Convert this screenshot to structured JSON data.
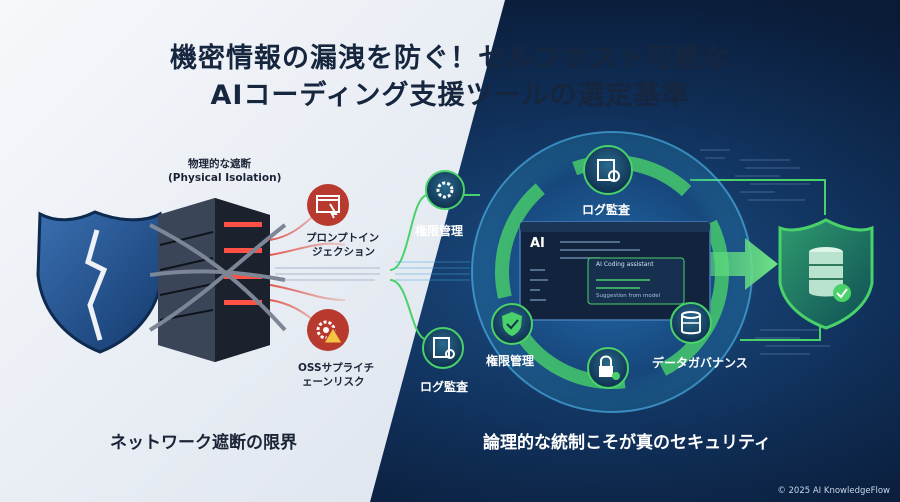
{
  "title": {
    "line1": "機密情報の漏洩を防ぐ！セルフホスト可能な",
    "line2": "AIコーディング支援ツールの選定基準"
  },
  "left": {
    "isolation_label_line1": "物理的な遮断",
    "isolation_label_line2": "(Physical Isolation)",
    "threat1_line1": "プロンプトイン",
    "threat1_line2": "ジェクション",
    "threat2_line1": "OSSサプライチ",
    "threat2_line2": "ェーンリスク",
    "caption": "ネットワーク遮断の限界"
  },
  "right": {
    "node_top_left": "権限管理",
    "node_top": "ログ監査",
    "node_mid": "権限管理",
    "node_bottom_left": "ログ監査",
    "node_right": "データガバナンス",
    "window_title": "AI",
    "popup_label": "AI Coding assistant",
    "popup_suggestion": "Suggestion from model",
    "caption": "論理的な統制こそが真のセキュリティ"
  },
  "footer": {
    "copyright": "© 2025 AI KnowledgeFlow"
  },
  "colors": {
    "left_bg": "#eef2f7",
    "right_bg": "#0d2140",
    "green_accent": "#49d16a",
    "threat_red": "#c0392b",
    "shield_blue": "#1f4f8a"
  },
  "icons": [
    "broken-shield-icon",
    "locked-server-icon",
    "prompt-injection-icon",
    "gear-warning-icon",
    "gear-icon",
    "log-search-icon",
    "check-shield-icon",
    "database-icon",
    "lock-gear-icon",
    "secure-database-shield-icon"
  ]
}
